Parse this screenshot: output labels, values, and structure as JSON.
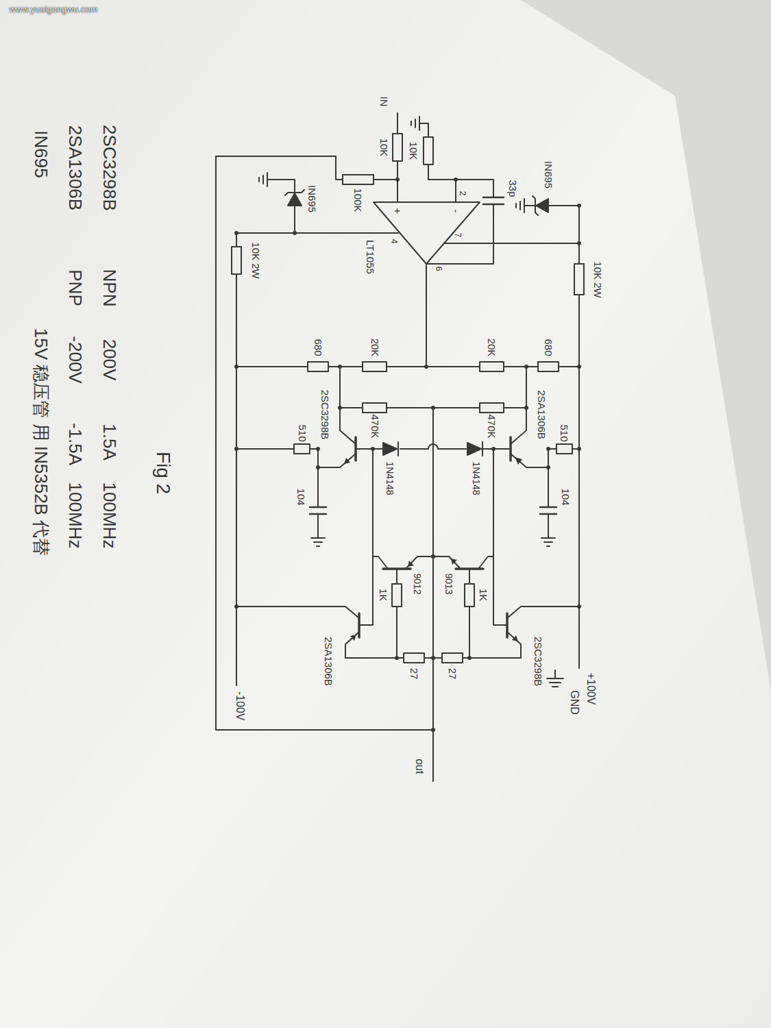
{
  "diagram": {
    "caption": "Fig 2",
    "labels": [
      "www.yuaigongwu.com",
      "IN695",
      "10K 2W",
      "IN",
      "10K",
      "10K",
      "33p",
      "2",
      "-",
      "+",
      "7",
      "6",
      "4",
      "LT1055",
      "100K",
      "IN695",
      "10K 2W",
      "680",
      "20K",
      "20K",
      "680",
      "510",
      "510",
      "470K",
      "470K",
      "1N4148",
      "1N4148",
      "2SA1306B",
      "2SC3298B",
      "104",
      "104",
      "9013",
      "9012",
      "1K",
      "1K",
      "27",
      "27",
      "2SC3298B",
      "2SA1306B",
      "+100V",
      "GND",
      "-100V",
      "out",
      "2SC3298B",
      "NPN",
      "200V",
      "1.5A",
      "100MHz",
      "2SA1306B",
      "PNP",
      "-200V",
      "-1.5A",
      "100MHz",
      "IN695",
      "15V 稳压管 用 IN5352B 代替"
    ]
  }
}
